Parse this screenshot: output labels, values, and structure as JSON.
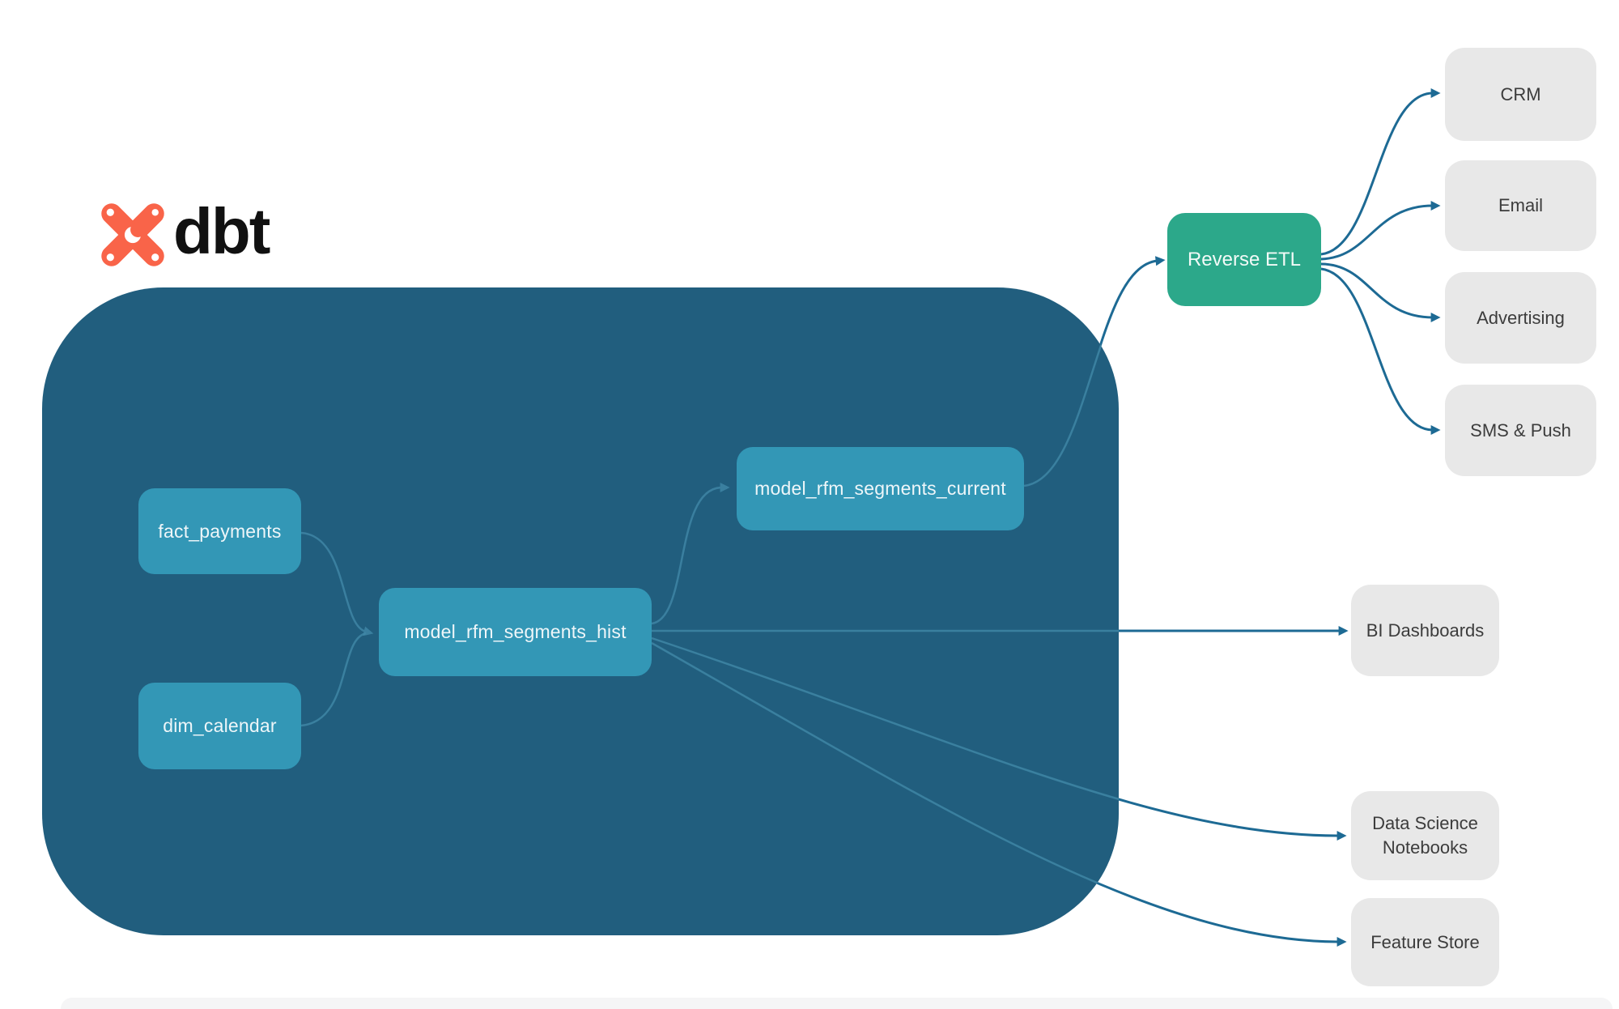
{
  "logo": {
    "icon": "dbt-star-icon",
    "text": "dbt"
  },
  "warehouse": {
    "nodes": [
      {
        "id": "fact_payments",
        "label": "fact_payments"
      },
      {
        "id": "dim_calendar",
        "label": "dim_calendar"
      },
      {
        "id": "model_rfm_segments_hist",
        "label": "model_rfm_segments_hist"
      },
      {
        "id": "model_rfm_segments_current",
        "label": "model_rfm_segments_current"
      }
    ]
  },
  "reverse_etl": {
    "label": "Reverse ETL"
  },
  "destinations": {
    "activation": [
      "CRM",
      "Email",
      "Advertising",
      "SMS & Push"
    ],
    "analytics": [
      "BI Dashboards",
      "Data Science Notebooks",
      "Feature Store"
    ]
  },
  "edges": [
    "fact_payments -> model_rfm_segments_hist",
    "dim_calendar -> model_rfm_segments_hist",
    "model_rfm_segments_hist -> model_rfm_segments_current",
    "model_rfm_segments_current -> Reverse ETL",
    "model_rfm_segments_hist -> BI Dashboards",
    "model_rfm_segments_hist -> Data Science Notebooks",
    "model_rfm_segments_hist -> Feature Store",
    "Reverse ETL -> CRM",
    "Reverse ETL -> Email",
    "Reverse ETL -> Advertising",
    "Reverse ETL -> SMS & Push"
  ],
  "colors": {
    "warehouse_bg": "#215e7e",
    "node_teal": "#3397b6",
    "reverse_etl_green": "#2ca88a",
    "arrow_blue": "#1d6a94",
    "arrow_faint": "#4188a8",
    "destination_gray": "#e8e8e8",
    "logo_orange": "#f96449"
  }
}
